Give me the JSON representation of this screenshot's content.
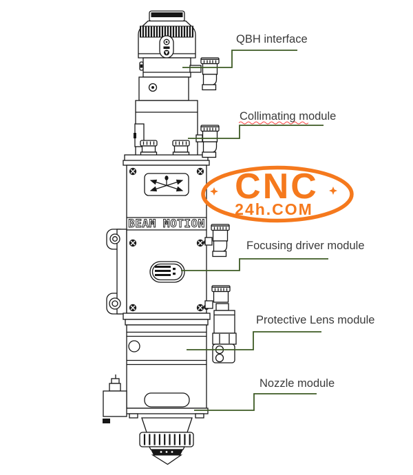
{
  "diagram": {
    "labels": {
      "qbh": "QBH interface",
      "collimating": "Collimating module",
      "focusing": "Focusing driver module",
      "protective_lens": "Protective Lens module",
      "nozzle": "Nozzle module"
    },
    "device_markings": {
      "beam_motion": "BEAM MOTION"
    },
    "watermark": {
      "name": "CNC",
      "domain": "24h.COM"
    },
    "colors": {
      "leader_line": "#3C5A23",
      "label_text": "#3A3A3A",
      "drawing_line": "#161616",
      "watermark_orange": "#F5791D",
      "spellcheck_red": "#FF5050"
    }
  }
}
